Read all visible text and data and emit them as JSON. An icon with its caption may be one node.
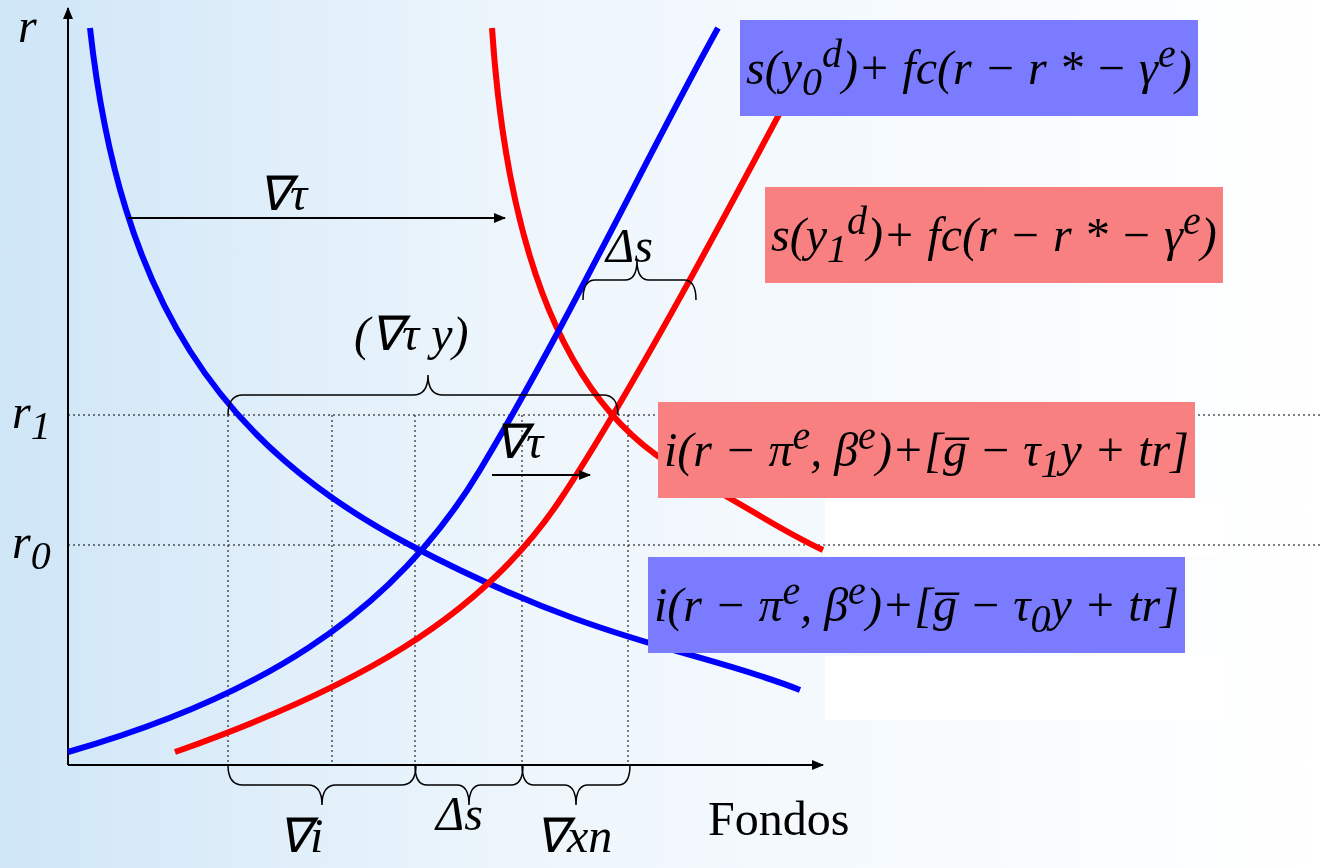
{
  "diagram": {
    "labels": [
      "r",
      "s(y$_{0}$$^{d}$)+ fc(r − r  * − γ$^{e}$)",
      "∇τ",
      "s(y$_{1}$$^{d}$)+ fc(r − r * − γ$^{e}$)",
      "Δs",
      "(∇τ y)",
      "r$_{1}$",
      "i(r − π$^{e}$, β$^{e}$)+[g̅ − τ$_{1}$y + tr]",
      "∇τ",
      "r$_{0}$",
      "i(r − π$^{e}$, β$^{e}$)+[g̅ − τ$_{0}$y + tr]",
      "Fondos",
      "∇i",
      "Δs",
      "∇xn"
    ]
  }
}
